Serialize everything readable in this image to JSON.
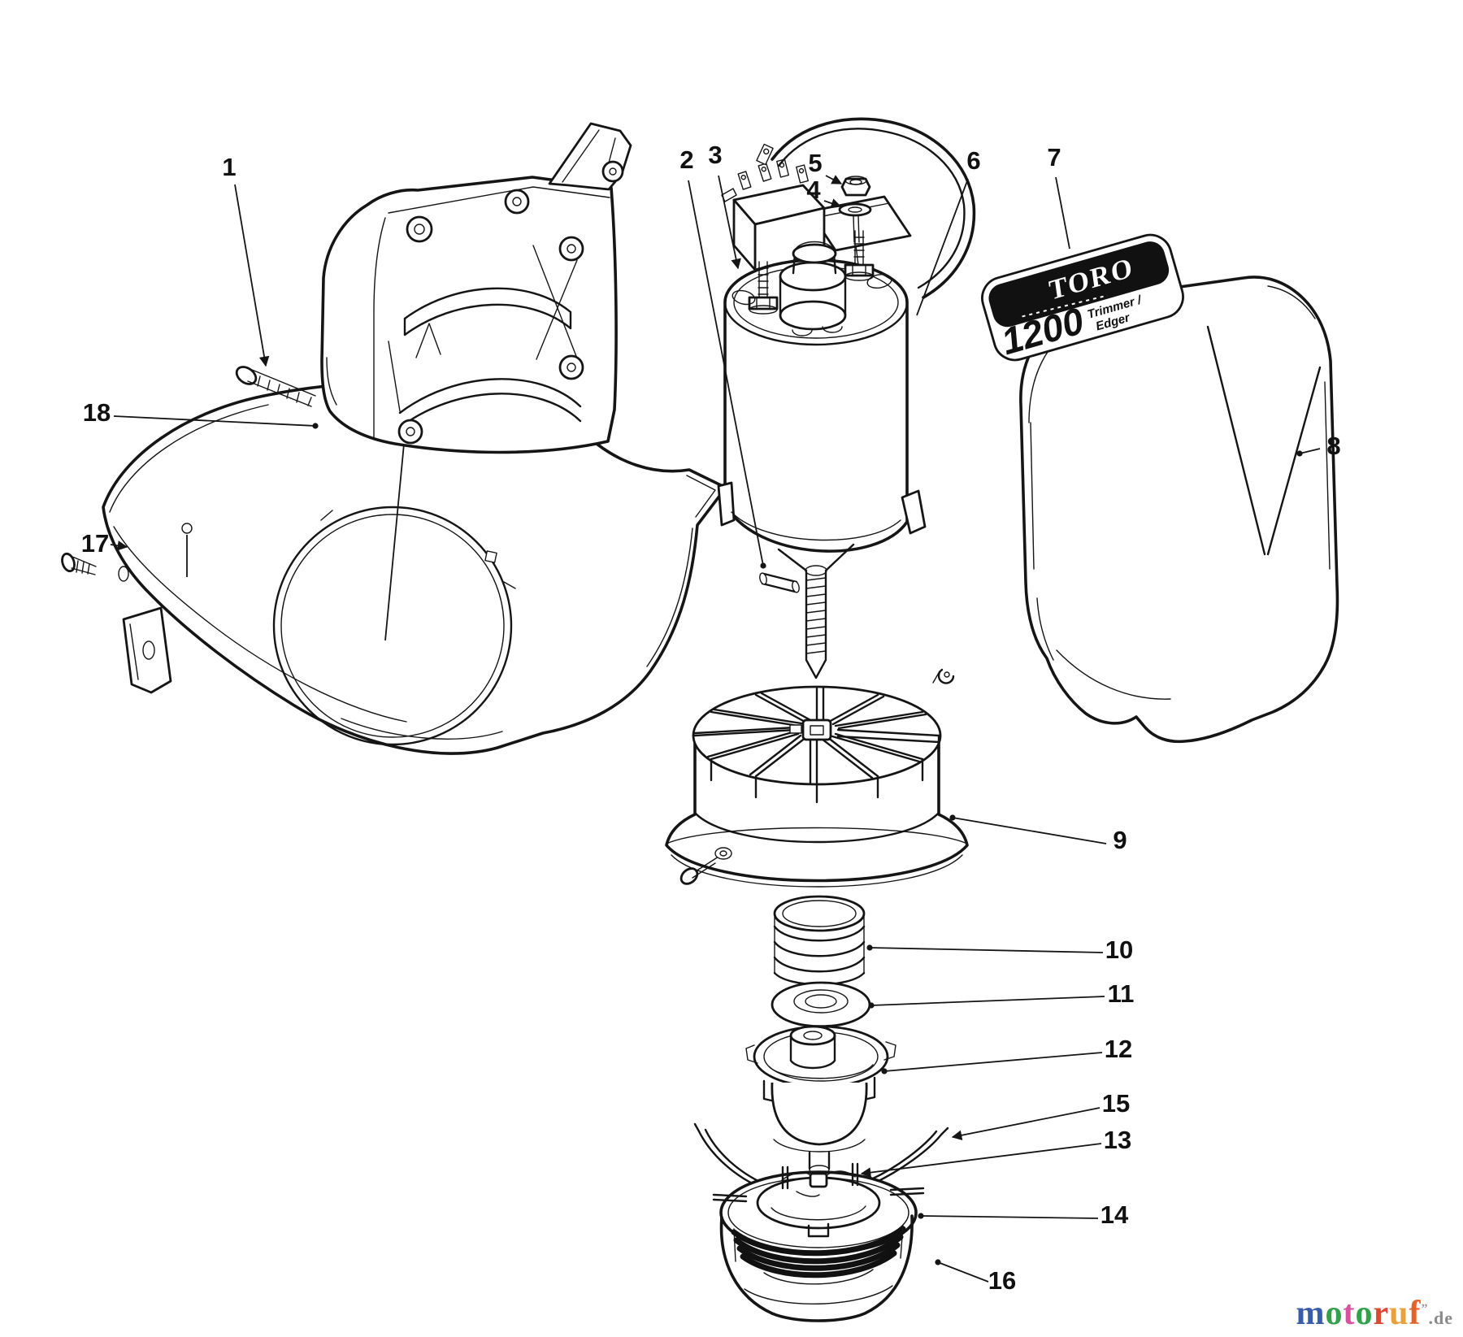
{
  "page": {
    "background": "#ffffff",
    "ink": "#151515"
  },
  "badge": {
    "brand": "TORO",
    "model": "1200",
    "type_line1": "Trimmer /",
    "type_line2": "Edger"
  },
  "callouts": [
    {
      "label": "1"
    },
    {
      "label": "2"
    },
    {
      "label": "3"
    },
    {
      "label": "4"
    },
    {
      "label": "5"
    },
    {
      "label": "6"
    },
    {
      "label": "7"
    },
    {
      "label": "8"
    },
    {
      "label": "9"
    },
    {
      "label": "10"
    },
    {
      "label": "11"
    },
    {
      "label": "12"
    },
    {
      "label": "13"
    },
    {
      "label": "14"
    },
    {
      "label": "15"
    },
    {
      "label": "16"
    },
    {
      "label": "17"
    },
    {
      "label": "18"
    }
  ],
  "watermark": {
    "letters": [
      {
        "ch": "m",
        "color": "#3a5da9"
      },
      {
        "ch": "o",
        "color": "#33a04a"
      },
      {
        "ch": "t",
        "color": "#d9529f"
      },
      {
        "ch": "o",
        "color": "#33a04a"
      },
      {
        "ch": "r",
        "color": "#d94a33"
      },
      {
        "ch": "u",
        "color": "#e8a13c"
      },
      {
        "ch": "f",
        "color": "#e2622b"
      }
    ],
    "tick": "”",
    "tick_color": "#9a9a9a",
    "suffix": ".de",
    "suffix_color": "#8a8a8a"
  }
}
